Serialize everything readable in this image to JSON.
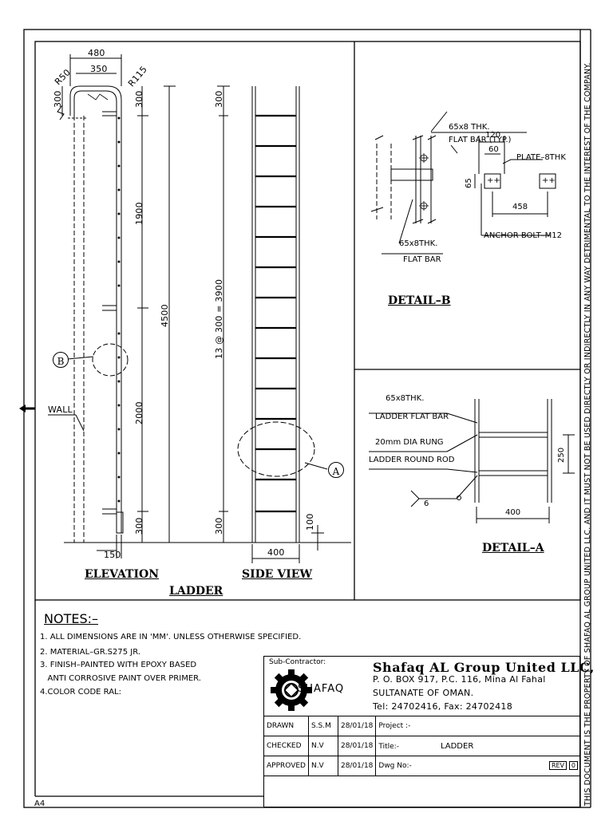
{
  "sheet": {
    "paper_size": "A4",
    "side_note": "THIS DOCUMENT IS THE PROPERTY OF SHAFAQ AL GROUP UNITED LLC. AND IT MUST NOT BE USED DIRECTLY OR INDIRECTLY IN ANY WAY DETRIMENTAL TO THE INTEREST OF THE COMPANY."
  },
  "elevation": {
    "title": "ELEVATION",
    "dims": {
      "width_top": "480",
      "width_inner": "350",
      "radius_left": "R50",
      "radius_right": "R115",
      "top_left": "300",
      "top_right": "300",
      "seg_upper": "1900",
      "overall": "4500",
      "seg_lower": "2000",
      "bottom": "300",
      "base": "150"
    },
    "callout": "B",
    "wall_label": "WALL"
  },
  "side_view": {
    "title": "SIDE VIEW",
    "dims": {
      "top": "300",
      "spacing": "13 @ 300 = 3900",
      "bottom": "300",
      "gap": "100",
      "width": "400"
    },
    "callout": "A"
  },
  "drawing_title": "LADDER",
  "detail_b": {
    "title": "DETAIL–B",
    "labels": {
      "flat_bar_top_1": "65x8 THK.",
      "flat_bar_top_2": "FLAT BAR (TYP.)",
      "dim_120": "120",
      "dim_60": "60",
      "plate": "PLATE–8THK",
      "dim_65": "65",
      "dim_458": "458",
      "flat_bar_bot_1": "65x8THK.",
      "flat_bar_bot_2": "FLAT BAR",
      "anchor": "ANCHOR BOLT–M12"
    }
  },
  "detail_a": {
    "title": "DETAIL–A",
    "labels": {
      "flat_bar_1": "65x8THK.",
      "flat_bar_2": "LADDER FLAT BAR",
      "rung_1": "20mm DIA RUNG",
      "rung_2": "LADDER ROUND ROD",
      "weld": "6",
      "dim_250": "250",
      "dim_400": "400"
    }
  },
  "notes": {
    "heading": "NOTES:–",
    "items": [
      "1. ALL DIMENSIONS ARE IN 'MM'. UNLESS OTHERWISE SPECIFIED.",
      "2. MATERIAL–GR.S275 JR.",
      "3. FINISH–PAINTED WITH EPOXY BASED",
      "   ANTI CORROSIVE PAINT OVER PRIMER.",
      "4.COLOR CODE RAL:"
    ]
  },
  "title_block": {
    "subcontractor_label": "Sub-Contractor:",
    "logo_text": "SHAFAQ",
    "company": "Shafaq AL Group United LLC,",
    "address_1": "P. O. BOX 917, P.C. 116, Mina Al Fahal",
    "address_2": "SULTANATE OF OMAN.",
    "phone": "Tel: 24702416, Fax: 24702418",
    "rows": [
      {
        "role": "DRAWN",
        "by": "S.S.M",
        "date": "28/01/18",
        "field": "Project :-",
        "value": ""
      },
      {
        "role": "CHECKED",
        "by": "N.V",
        "date": "28/01/18",
        "field": "Title:-",
        "value": "LADDER"
      },
      {
        "role": "APPROVED",
        "by": "N.V",
        "date": "28/01/18",
        "field": "Dwg No:-",
        "value": ""
      }
    ],
    "rev_label": "REV",
    "rev_value": "0"
  }
}
